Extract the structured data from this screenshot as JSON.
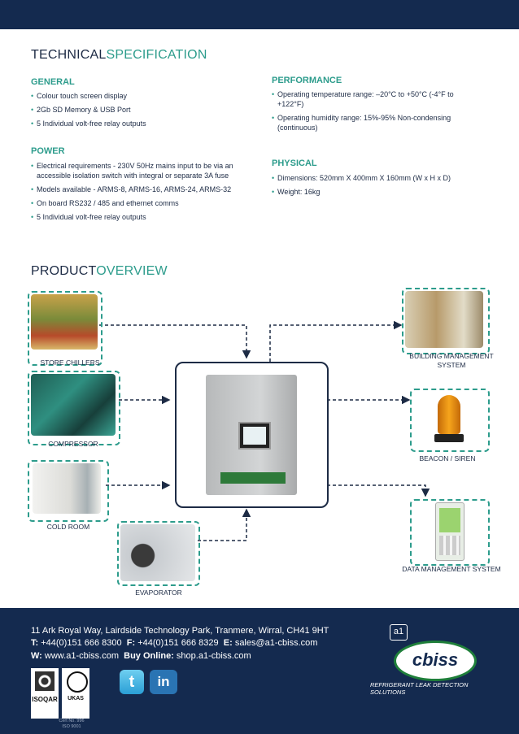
{
  "tech_spec": {
    "title_a": "TECHNICAL",
    "title_b": "SPECIFICATION"
  },
  "general": {
    "heading": "GENERAL",
    "items": [
      "Colour touch screen display",
      "2Gb SD Memory & USB Port",
      "5 Individual volt-free relay outputs"
    ]
  },
  "power": {
    "heading": "POWER",
    "items": [
      "Electrical requirements - 230V 50Hz mains input to be via an accessible isolation switch with integral or separate 3A fuse",
      "Models available - ARMS-8, ARMS-16, ARMS-24, ARMS-32",
      "On board RS232 / 485 and ethernet comms",
      "5 Individual volt-free relay outputs"
    ]
  },
  "performance": {
    "heading": "PERFORMANCE",
    "items": [
      "Operating temperature range: –20°C to +50°C (-4°F to +122°F)",
      "Operating humidity range: 15%-95% Non-condensing (continuous)"
    ]
  },
  "physical": {
    "heading": "PHYSICAL",
    "items": [
      "Dimensions: 520mm X 400mm X 160mm (W x H x D)",
      "Weight: 16kg"
    ]
  },
  "overview": {
    "title_a": "PRODUCT",
    "title_b": "OVERVIEW",
    "labels": {
      "store_chillers": "STORE CHILLERS",
      "compressor": "COMPRESSOR",
      "cold_room": "COLD ROOM",
      "evaporator": "EVAPORATOR",
      "bms": "BUILDING MANAGEMENT SYSTEM",
      "beacon": "BEACON / SIREN",
      "data_mgmt": "DATA MANAGEMENT SYSTEM"
    }
  },
  "footer": {
    "address": "11 Ark Royal Way, Lairdside Technology Park, Tranmere, Wirral, CH41 9HT",
    "t_label": "T:",
    "t_value": "+44(0)151 666 8300",
    "f_label": "F:",
    "f_value": "+44(0)151 666 8329",
    "e_label": "E:",
    "e_value": "sales@a1-cbiss.com",
    "w_label": "W:",
    "w_value": "www.a1-cbiss.com",
    "buy_label": "Buy Online:",
    "buy_value": "shop.a1-cbiss.com",
    "logo": "cbiss",
    "a1": "a1",
    "tagline": "REFRIGERANT LEAK DETECTION SOLUTIONS",
    "isoqar": "ISOQAR",
    "ukas": "UKAS",
    "cert_no": "Cert No. 996",
    "iso": "ISO 9001",
    "twitter_icon": "t",
    "linkedin_icon": "in"
  },
  "colors": {
    "navy": "#142a4f",
    "teal": "#2d9c8c"
  }
}
